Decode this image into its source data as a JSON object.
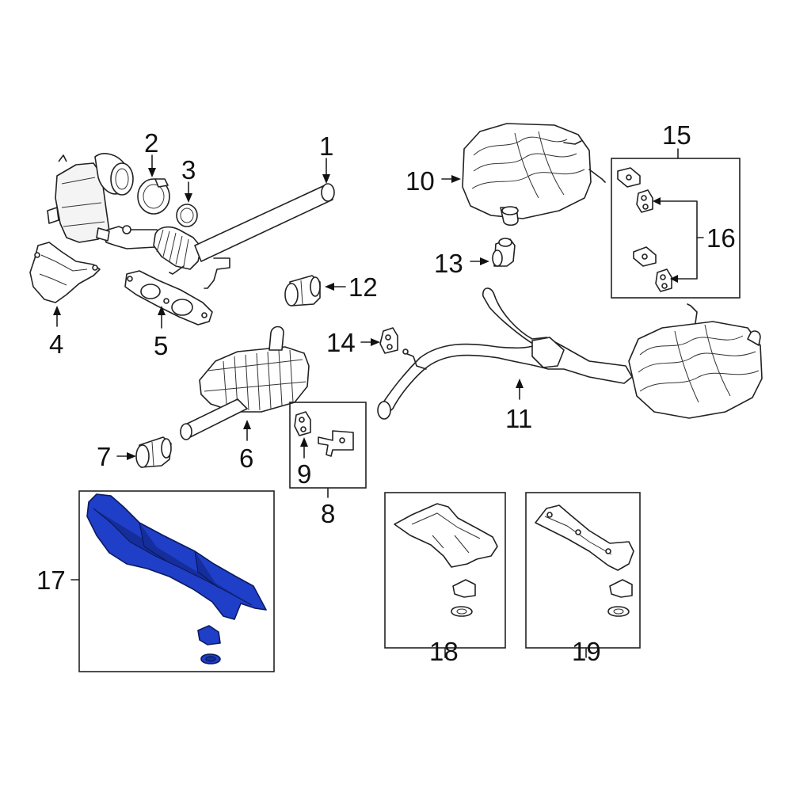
{
  "diagram": {
    "type": "exploded-parts-diagram",
    "callouts": {
      "c1": "1",
      "c2": "2",
      "c3": "3",
      "c4": "4",
      "c5": "5",
      "c6": "6",
      "c7": "7",
      "c8": "8",
      "c9": "9",
      "c10": "10",
      "c11": "11",
      "c12": "12",
      "c13": "13",
      "c14": "14",
      "c15": "15",
      "c16": "16",
      "c17": "17",
      "c18": "18",
      "c19": "19"
    },
    "highlighted_part": "17",
    "colors": {
      "highlight": "#1f3fc8",
      "line": "#222222",
      "background": "#ffffff"
    }
  }
}
